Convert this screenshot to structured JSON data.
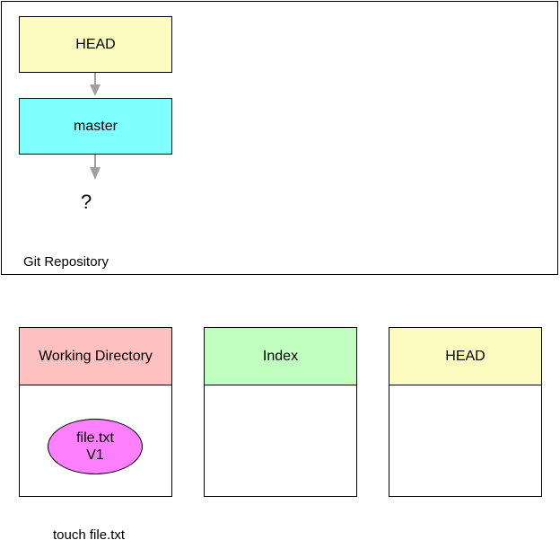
{
  "repository": {
    "label": "Git Repository",
    "head_label": "HEAD",
    "branch_label": "master",
    "unknown_commit": "?"
  },
  "areas": [
    {
      "label": "Working Directory",
      "color": "#ffc0c0",
      "file": {
        "name": "file.txt",
        "version": "V1",
        "color": "#ff80ff"
      }
    },
    {
      "label": "Index",
      "color": "#c0ffc0"
    },
    {
      "label": "HEAD",
      "color": "#fcfcc0"
    }
  ],
  "command": "touch file.txt"
}
